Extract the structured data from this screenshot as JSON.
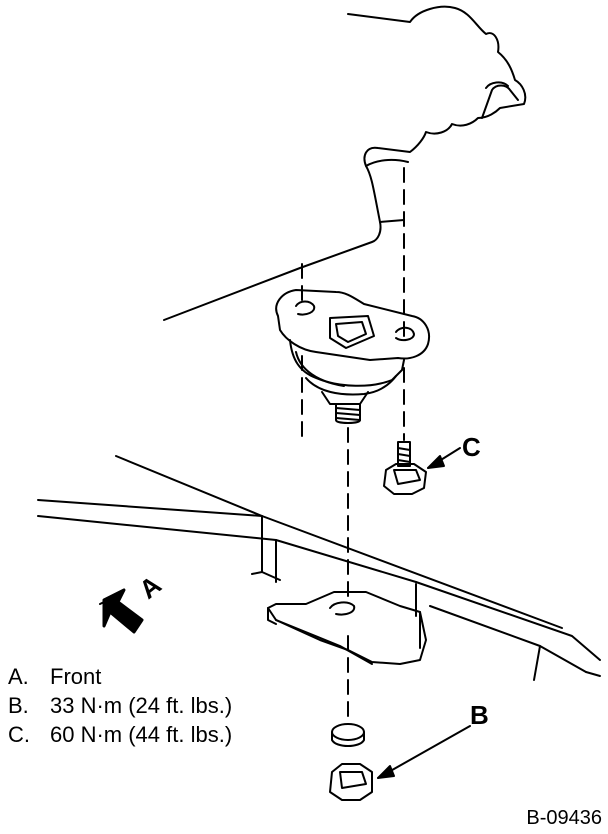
{
  "callouts": {
    "a": "A",
    "b": "B",
    "c": "C"
  },
  "legend": [
    {
      "key": "A.",
      "text": "Front"
    },
    {
      "key": "B.",
      "text": "33 N·m (24 ft. lbs.)"
    },
    {
      "key": "C.",
      "text": "60 N·m (44 ft. lbs.)"
    }
  ],
  "figure_id": "B-09436"
}
